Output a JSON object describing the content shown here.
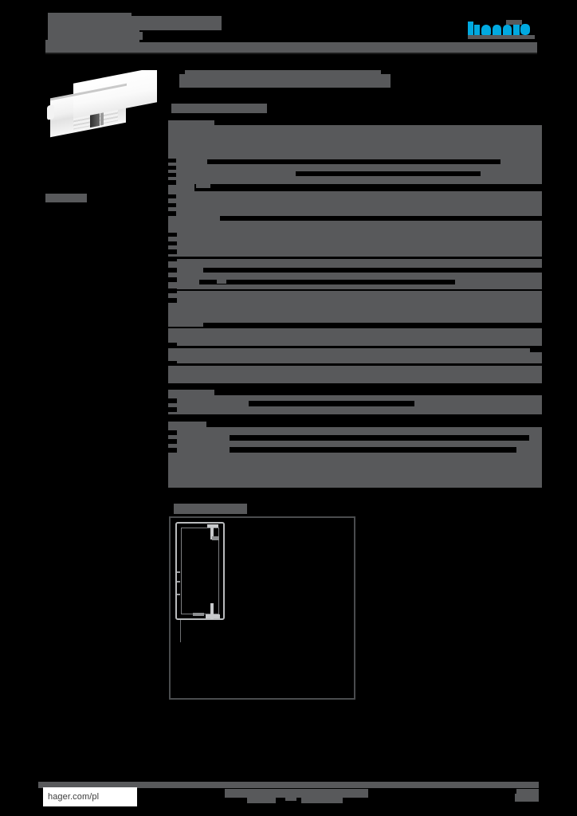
{
  "document": {
    "type": "product-datasheet",
    "vendor": "hager",
    "redacted": true,
    "page_background": "#000000",
    "redaction_color": "#58595b",
    "brand_color": "#00a9e0"
  },
  "header": {
    "title_line_1": "",
    "title_line_2": "",
    "title_line_3": "",
    "title_line_4": "",
    "subtitle_bar": "",
    "logo_text": "hager"
  },
  "sidebar": {
    "product_image_alt": "cable trunking profile with cover",
    "note": ""
  },
  "main": {
    "title": "",
    "subtitle": "",
    "spec_table": {
      "columns": [
        "",
        ""
      ],
      "groups": [
        {
          "label": "",
          "rows": [
            {
              "label": "",
              "value": ""
            },
            {
              "label": "",
              "value": ""
            },
            {
              "label": "",
              "value": ""
            },
            {
              "label": "",
              "value": ""
            },
            {
              "label": "",
              "value": ""
            },
            {
              "label": "",
              "value": ""
            },
            {
              "label": "",
              "value": ""
            },
            {
              "label": "",
              "value": ""
            },
            {
              "label": "",
              "value": ""
            },
            {
              "label": "",
              "value": ""
            },
            {
              "label": "",
              "value": ""
            },
            {
              "label": "",
              "value": ""
            },
            {
              "label": "",
              "value": ""
            },
            {
              "label": "",
              "value": ""
            }
          ]
        },
        {
          "label": "",
          "rows": [
            {
              "label": "",
              "value": ""
            },
            {
              "label": "",
              "value": ""
            }
          ]
        },
        {
          "label": "",
          "rows": [
            {
              "label": "",
              "value": ""
            },
            {
              "label": "",
              "value": ""
            },
            {
              "label": "",
              "value": ""
            },
            {
              "label": "",
              "value": ""
            }
          ]
        }
      ]
    },
    "technical_drawing": {
      "caption": "",
      "alt": "cross-section dimensional drawing of trunking profile"
    }
  },
  "footer": {
    "url": "hager.com/pl",
    "center_text": "",
    "page_number": ""
  }
}
